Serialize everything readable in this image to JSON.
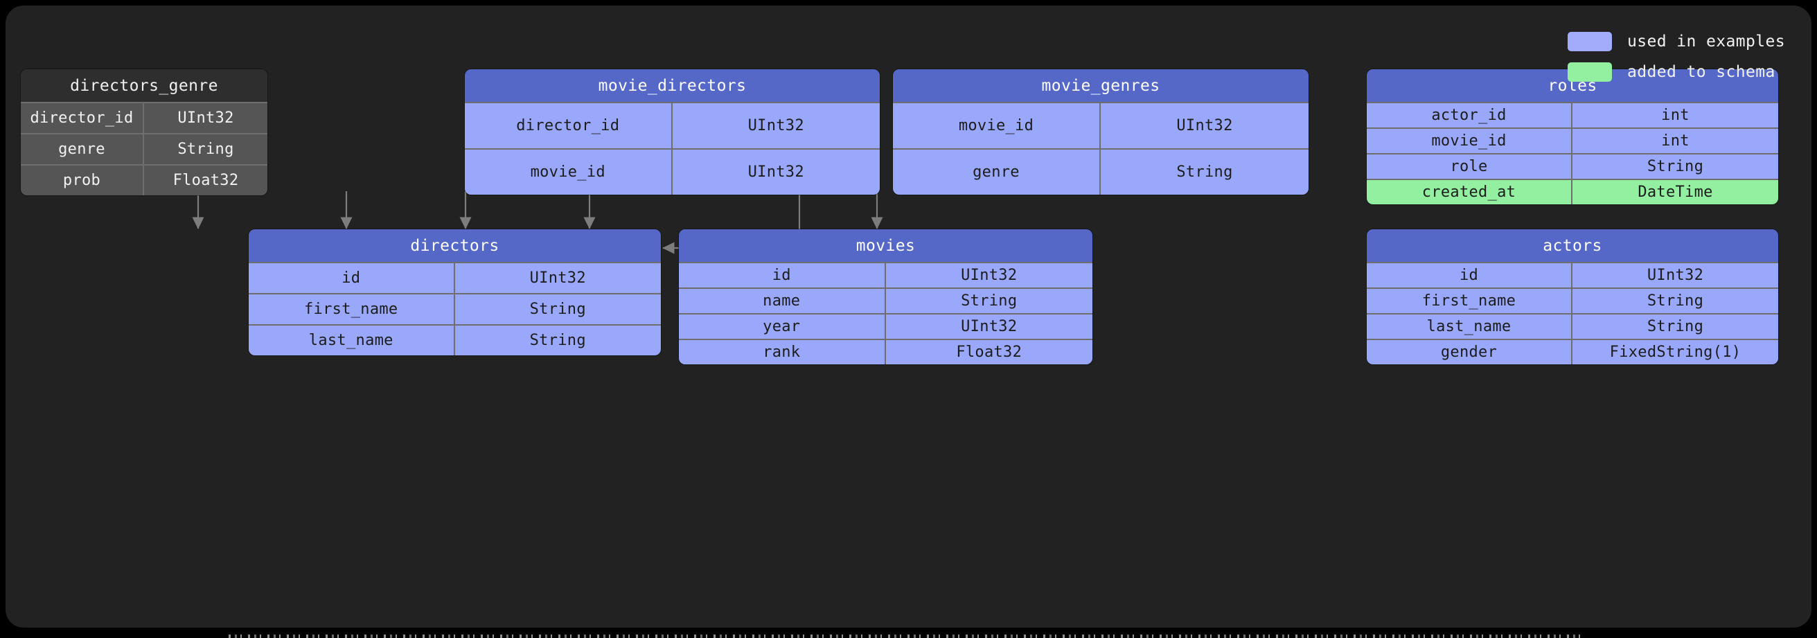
{
  "legend": {
    "items": [
      {
        "label": "used in examples",
        "color": "#a3abfb",
        "swatch": "legend-swatch-blue"
      },
      {
        "label": "added to schema",
        "color": "#92f0a0",
        "swatch": "legend-swatch-green"
      }
    ]
  },
  "theme": {
    "background": "#222222",
    "page_background": "#000000",
    "blue_header": "#5568c8",
    "blue_body": "#9aa8fc",
    "green_row": "#92f0a0",
    "gray_header": "#2e2e2e",
    "gray_body": "#555555",
    "border": "#6e6e6e",
    "connector": "#7d7d7d"
  },
  "tables": [
    {
      "id": "directors_genre",
      "title": "directors_genre",
      "style": "gray",
      "columns": [
        {
          "name": "director_id",
          "type": "UInt32",
          "highlight": "none"
        },
        {
          "name": "genre",
          "type": "String",
          "highlight": "none"
        },
        {
          "name": "prob",
          "type": "Float32",
          "highlight": "none"
        }
      ]
    },
    {
      "id": "movie_directors",
      "title": "movie_directors",
      "style": "blue",
      "columns": [
        {
          "name": "director_id",
          "type": "UInt32",
          "highlight": "none"
        },
        {
          "name": "movie_id",
          "type": "UInt32",
          "highlight": "none"
        }
      ]
    },
    {
      "id": "movie_genres",
      "title": "movie_genres",
      "style": "blue",
      "columns": [
        {
          "name": "movie_id",
          "type": "UInt32",
          "highlight": "none"
        },
        {
          "name": "genre",
          "type": "String",
          "highlight": "none"
        }
      ]
    },
    {
      "id": "roles",
      "title": "roles",
      "style": "blue",
      "columns": [
        {
          "name": "actor_id",
          "type": "int",
          "highlight": "none"
        },
        {
          "name": "movie_id",
          "type": "int",
          "highlight": "none"
        },
        {
          "name": "role",
          "type": "String",
          "highlight": "none"
        },
        {
          "name": "created_at",
          "type": "DateTime",
          "highlight": "added"
        }
      ]
    },
    {
      "id": "directors",
      "title": "directors",
      "style": "blue",
      "columns": [
        {
          "name": "id",
          "type": "UInt32",
          "highlight": "none"
        },
        {
          "name": "first_name",
          "type": "String",
          "highlight": "none"
        },
        {
          "name": "last_name",
          "type": "String",
          "highlight": "none"
        }
      ]
    },
    {
      "id": "movies",
      "title": "movies",
      "style": "blue",
      "columns": [
        {
          "name": "id",
          "type": "UInt32",
          "highlight": "none"
        },
        {
          "name": "name",
          "type": "String",
          "highlight": "none"
        },
        {
          "name": "year",
          "type": "UInt32",
          "highlight": "none"
        },
        {
          "name": "rank",
          "type": "Float32",
          "highlight": "none"
        }
      ]
    },
    {
      "id": "actors",
      "title": "actors",
      "style": "blue",
      "columns": [
        {
          "name": "id",
          "type": "UInt32",
          "highlight": "none"
        },
        {
          "name": "first_name",
          "type": "String",
          "highlight": "none"
        },
        {
          "name": "last_name",
          "type": "String",
          "highlight": "none"
        },
        {
          "name": "gender",
          "type": "FixedString(1)",
          "highlight": "none"
        }
      ]
    }
  ],
  "relations": [
    {
      "from": "directors_genre",
      "to": "directors"
    },
    {
      "from": "movie_directors",
      "to": "directors"
    },
    {
      "from": "movie_directors",
      "to": "movies"
    },
    {
      "from": "movie_genres",
      "to": "movies"
    },
    {
      "from": "roles",
      "to": "movies"
    },
    {
      "from": "roles",
      "to": "actors"
    }
  ]
}
